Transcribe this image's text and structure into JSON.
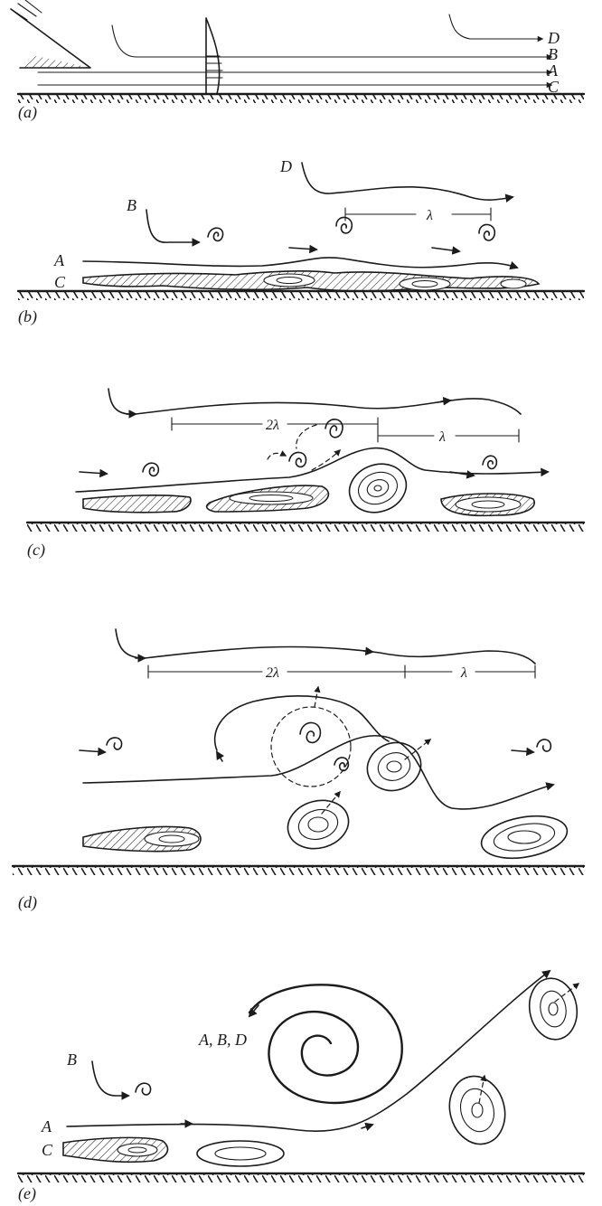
{
  "panels": [
    {
      "id": "a",
      "label": "(a)",
      "streamlines": [
        "D",
        "B",
        "A",
        "C"
      ]
    },
    {
      "id": "b",
      "label": "(b)",
      "streamlines": [
        "D",
        "B",
        "A",
        "C"
      ],
      "spacing": [
        "λ"
      ]
    },
    {
      "id": "c",
      "label": "(c)",
      "spacing": [
        "2λ",
        "λ"
      ]
    },
    {
      "id": "d",
      "label": "(d)",
      "spacing": [
        "2λ",
        "λ"
      ]
    },
    {
      "id": "e",
      "label": "(e)",
      "streamlines": [
        "A, B, D",
        "B",
        "A",
        "C"
      ]
    }
  ],
  "colors": {
    "ink": "#1b1b1b",
    "background": "#ffffff"
  }
}
